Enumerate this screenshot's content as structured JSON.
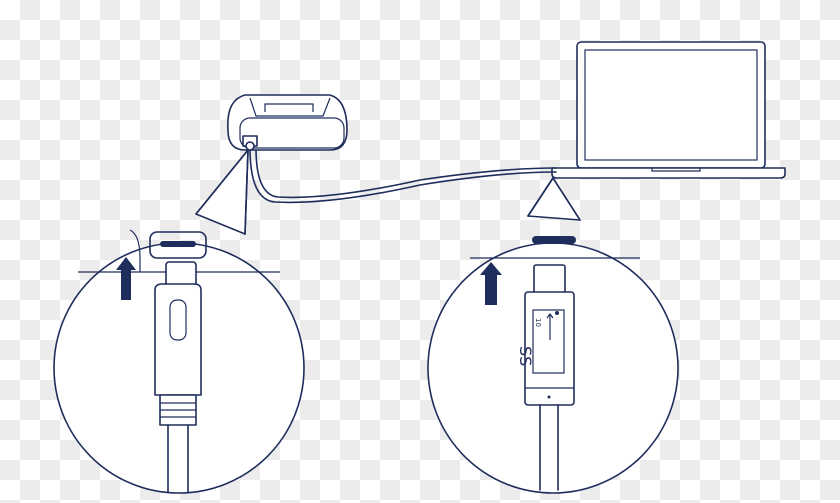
{
  "diagram": {
    "stroke_color": "#1f2d5c",
    "parts": [
      "external-drive",
      "laptop",
      "usb-c-cable",
      "drive-port-callout",
      "laptop-port-callout"
    ],
    "connector_logo_text": "SS 10"
  }
}
